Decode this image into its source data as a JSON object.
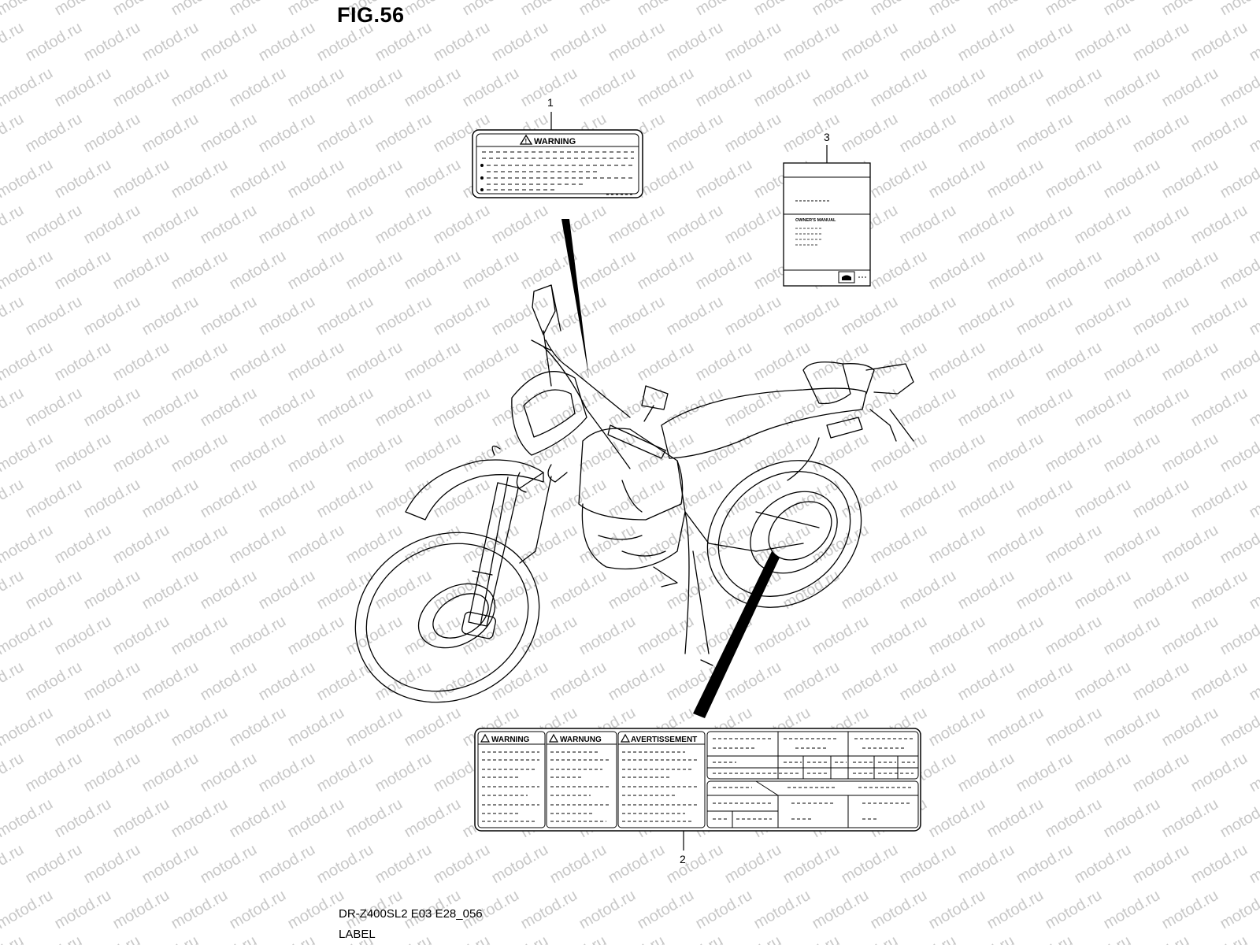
{
  "figure": {
    "title": "FIG.56",
    "code": "DR-Z400SL2 E03 E28_056",
    "name": "LABEL"
  },
  "watermark": {
    "text": "motod.ru",
    "color": "#c8c8c8"
  },
  "callouts": [
    {
      "number": "1"
    },
    {
      "number": "2"
    },
    {
      "number": "3"
    }
  ],
  "label_1": {
    "heading": "WARNING"
  },
  "label_2": {
    "headings": [
      "WARNING",
      "WARNUNG",
      "AVERTISSEMENT"
    ]
  },
  "manual": {
    "title": "OWNER'S MANUAL"
  },
  "colors": {
    "line": "#000000",
    "background": "#ffffff"
  }
}
